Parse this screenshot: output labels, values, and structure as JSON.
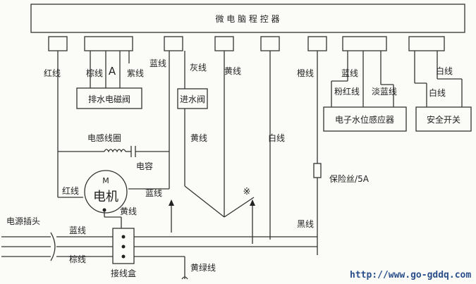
{
  "controller_label": "微 电 脑 程 控 器",
  "components": {
    "drain_valve": "排水电磁阀",
    "drain_valve_mark": "A",
    "inlet_valve": "进水阀",
    "water_level_sensor": "电子水位感应器",
    "safety_switch": "安全开关",
    "inductor_coil": "电感线圈",
    "capacitor": "电容",
    "motor_symbol": "M",
    "motor": "电机",
    "fuse": "保险丝/5A",
    "power_plug": "电源插头",
    "junction_box": "接线盒",
    "note_mark": "※"
  },
  "wires": {
    "red": "红线",
    "brown": "棕线",
    "purple": "紫线",
    "blue": "蓝线",
    "gray": "灰线",
    "yellow": "黄线",
    "white": "白线",
    "orange": "橙线",
    "pink": "粉红线",
    "light_blue": "淡蓝线",
    "black": "黑线",
    "yellow_green": "黄绿线"
  },
  "watermark": "http://www.go-gddq.com"
}
